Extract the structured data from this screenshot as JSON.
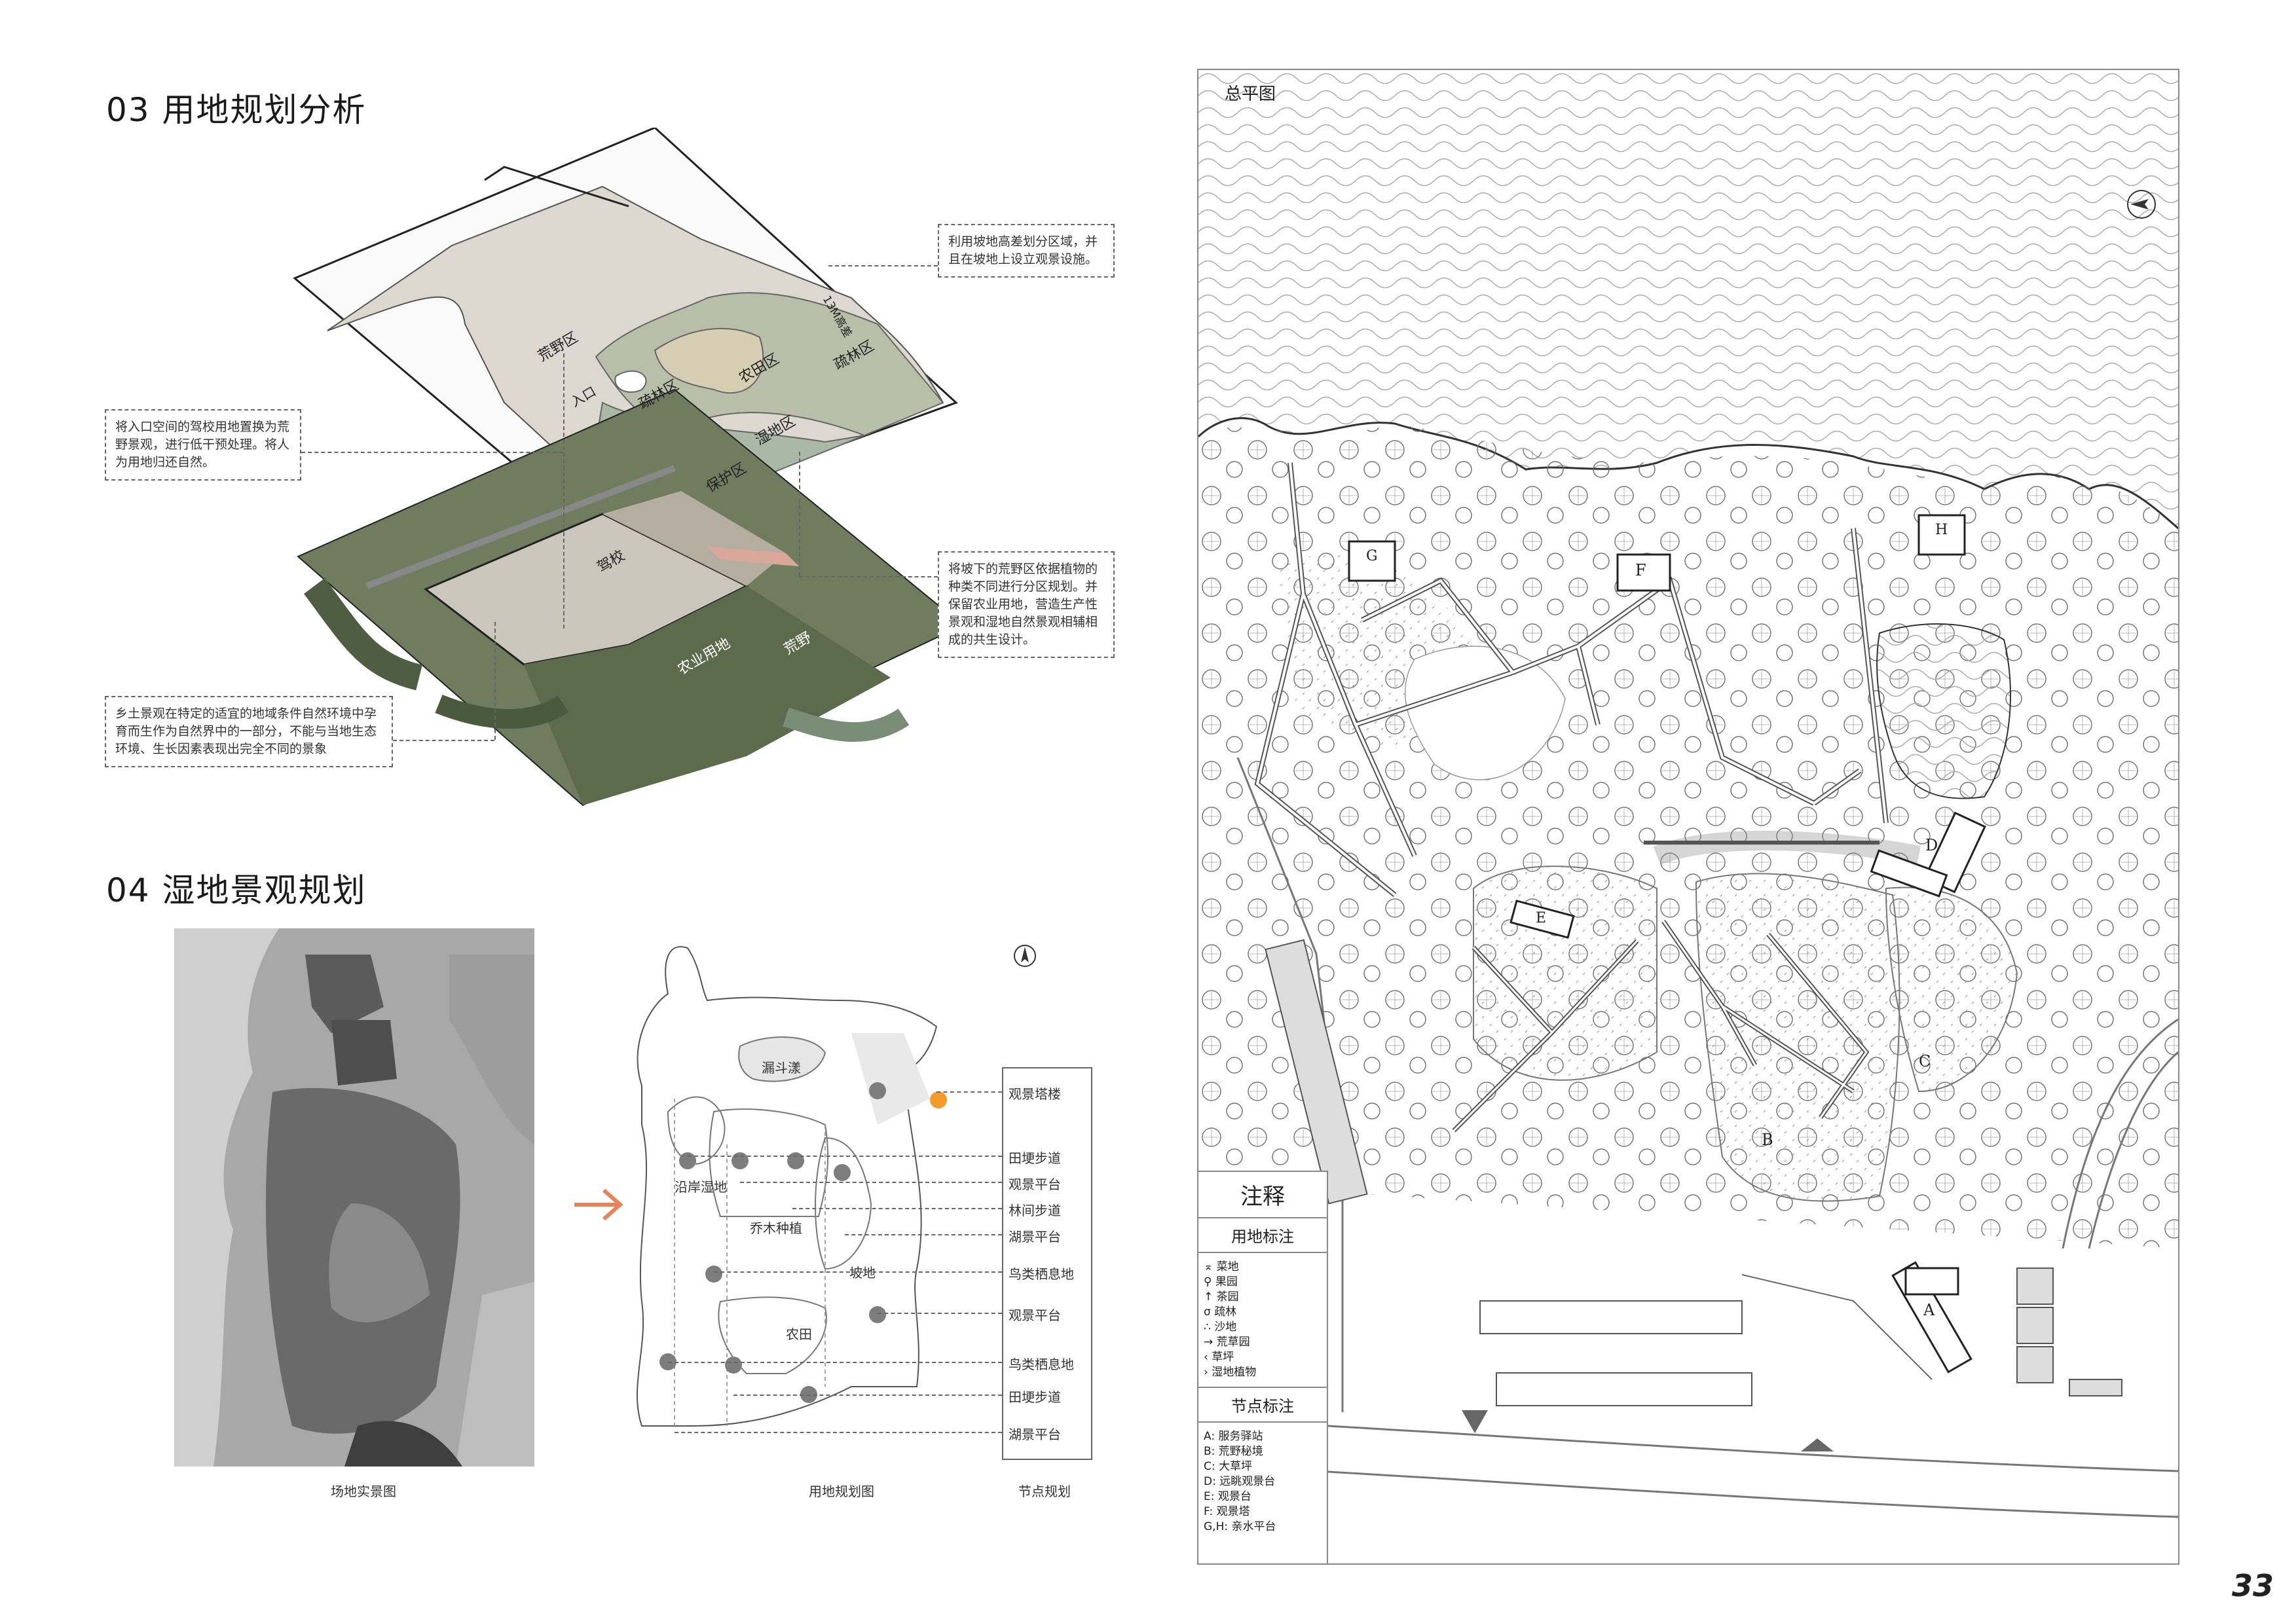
{
  "section03": {
    "title": "03 用地规划分析",
    "zone_labels": [
      "荒野区",
      "疏林区",
      "农田区",
      "疏林区",
      "湿地区",
      "保护区",
      "入口",
      "驾校",
      "农业用地",
      "荒野"
    ],
    "side_label": "13M高差",
    "notes": {
      "top_right": "利用坡地高差划分区域，并且在坡地上设立观景设施。",
      "left": "将入口空间的驾校用地置换为荒野景观，进行低干预处理。将人为用地归还自然。",
      "mid_right": "将坡下的荒野区依据植物的种类不同进行分区规划。并保留农业用地，营造生产性景观和湿地自然景观相辅相成的共生设计。",
      "bottom_left": "乡土景观在特定的适宜的地域条件自然环境中孕育而生作为自然界中的一部分，不能与当地生态环境、生长因素表现出完全不同的景象"
    }
  },
  "section04": {
    "title": "04 湿地景观规划",
    "photo_caption": "场地实景图",
    "plan_caption": "用地规划图",
    "node_caption": "节点规划",
    "zone_labels": [
      "漏斗漾",
      "沿岸湿地",
      "乔木种植",
      "坡地",
      "农田"
    ],
    "nodes": [
      "观景塔楼",
      "田埂步道",
      "观景平台",
      "林间步道",
      "湖景平台",
      "鸟类栖息地",
      "观景平台",
      "鸟类栖息地",
      "田埂步道",
      "湖景平台"
    ]
  },
  "master_plan": {
    "title": "总平图",
    "legend_title": "注释",
    "land_title": "用地标注",
    "land_items": [
      "菜地",
      "果园",
      "茶园",
      "疏林",
      "沙地",
      "荒草园",
      "草坪",
      "湿地植物"
    ],
    "node_title": "节点标注",
    "node_items": [
      "A: 服务驿站",
      "B: 荒野秘境",
      "C: 大草坪",
      "D: 远眺观景台",
      "E: 观景台",
      "F: 观景塔",
      "G,H: 亲水平台"
    ],
    "map_letters": [
      "A",
      "B",
      "C",
      "D",
      "E",
      "F",
      "G",
      "H"
    ]
  },
  "page_number": "33",
  "colors": {
    "accent_orange": "#f39c2b",
    "arrow_orange": "#e8825a"
  }
}
